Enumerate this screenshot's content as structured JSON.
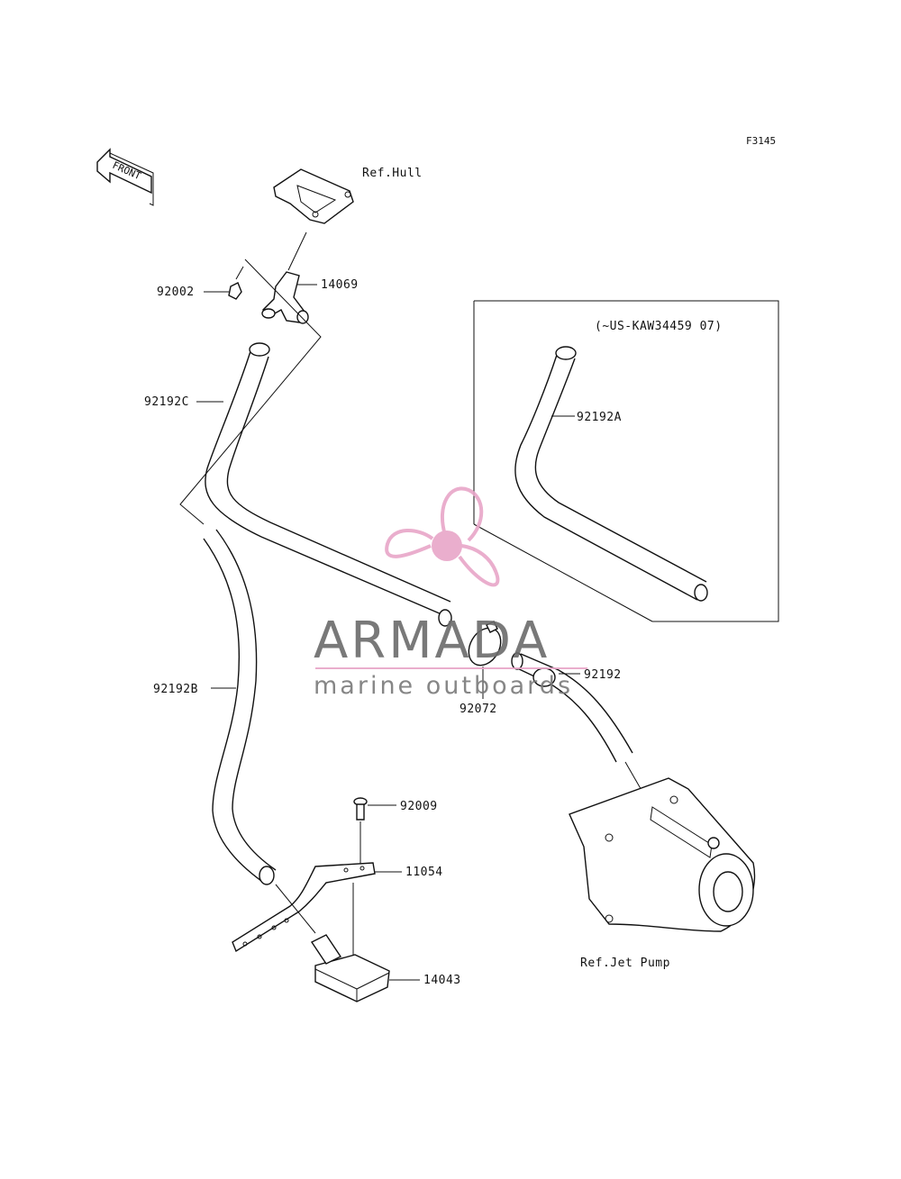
{
  "diagram": {
    "code": "F3145",
    "front_label": "FRONT",
    "version_note": "(~US-KAW34459  07)",
    "refs": {
      "hull": "Ref.Hull",
      "jet_pump": "Ref.Jet Pump"
    },
    "callouts": {
      "p14069": "14069",
      "p92002": "92002",
      "p92192C": "92192C",
      "p92192A": "92192A",
      "p92192B": "92192B",
      "p92192": "92192",
      "p92072": "92072",
      "p92009": "92009",
      "p11054": "11054",
      "p14043": "14043"
    }
  },
  "watermark": {
    "brand": "ARMADA",
    "tagline": "marine outboards",
    "logo_color": "#e8a6c8",
    "text_color": "#6b6b6b"
  }
}
